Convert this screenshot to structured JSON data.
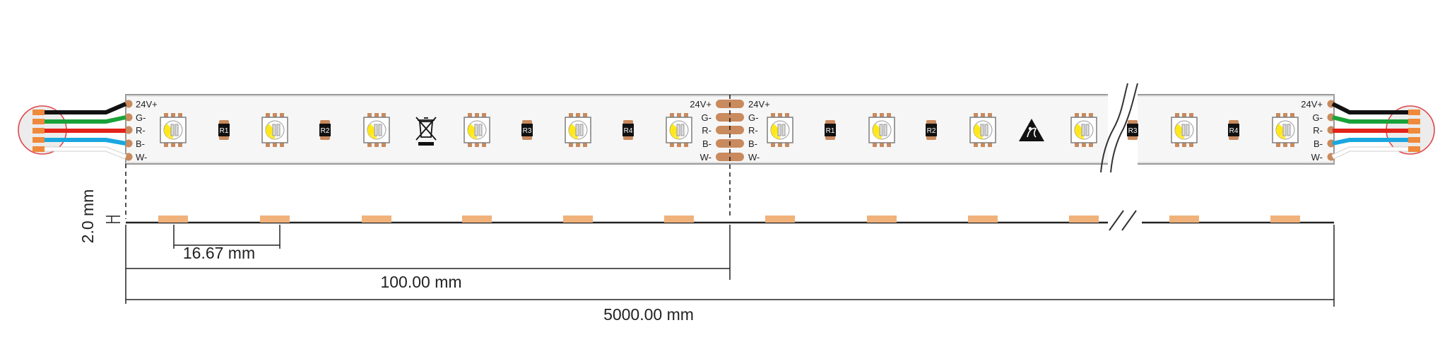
{
  "pad_labels": [
    "24V+",
    "G-",
    "R-",
    "B-",
    "W-"
  ],
  "resistors": [
    "R1",
    "R2",
    "R3",
    "R4",
    "R1",
    "R2",
    "R3",
    "R4"
  ],
  "dimensions": {
    "thickness": "2.0 mm",
    "led_pitch": "16.67 mm",
    "cut_length": "100.00 mm",
    "total_length": "5000.00 mm"
  },
  "symbols": {
    "weee": "weee-bin-icon",
    "esd": "esd-warning-icon"
  },
  "colors": {
    "strip_body": "#f6f6f6",
    "strip_edge": "#9a9a9a",
    "copper_pad": "#c98a5e",
    "led_pad_side": "#f0b27a",
    "wire_black": "#111111",
    "wire_green": "#1aa23a",
    "wire_red": "#e2231a",
    "wire_blue": "#1aa7e0",
    "wire_white": "#ffffff",
    "led_yellow": "#ffe81a",
    "led_circle_outline": "#e0454a"
  }
}
